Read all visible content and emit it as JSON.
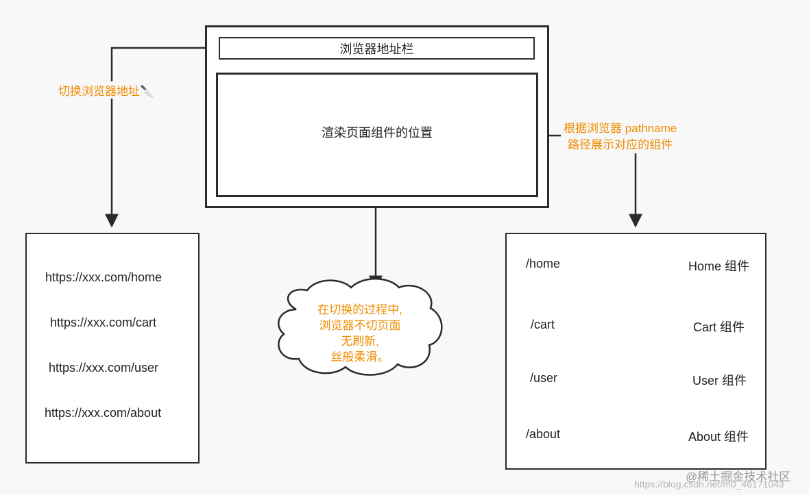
{
  "browser": {
    "address_bar_label": "浏览器地址栏",
    "render_area_label": "渲染页面组件的位置"
  },
  "annotations": {
    "switch_address": "切换浏览器地址",
    "switch_address_icon": "knife-icon",
    "render_by_path_line1": "根据浏览器 pathname",
    "render_by_path_line2": "路径展示对应的组件",
    "cloud_lines": [
      "在切换的过程中,",
      "浏览器不切页面",
      "无刷新,",
      "丝般柔滑。"
    ]
  },
  "urls": [
    "https://xxx.com/home",
    "https://xxx.com/cart",
    "https://xxx.com/user",
    "https://xxx.com/about"
  ],
  "routes": [
    {
      "path": "/home",
      "component": "Home 组件"
    },
    {
      "path": "/cart",
      "component": "Cart 组件"
    },
    {
      "path": "/user",
      "component": "User 组件"
    },
    {
      "path": "/about",
      "component": "About 组件"
    }
  ],
  "watermark": {
    "brand": "@稀土掘金技术社区",
    "url": "https://blog.csdn.net/m0_46171043"
  },
  "colors": {
    "accent": "#f08c00",
    "stroke": "#2b2b2b"
  }
}
